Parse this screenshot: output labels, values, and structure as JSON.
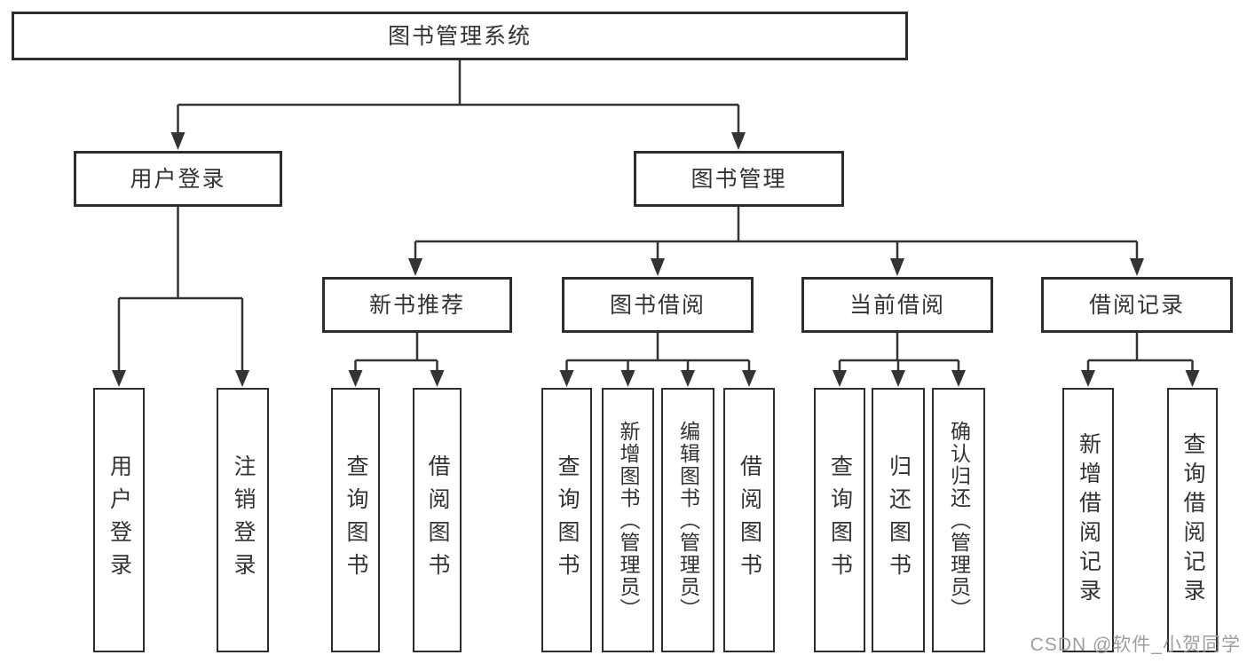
{
  "diagram": {
    "root": {
      "label": "图书管理系统"
    },
    "level2": {
      "user_login": {
        "label": "用户登录"
      },
      "book_management": {
        "label": "图书管理"
      }
    },
    "level3": {
      "new_book_recommend": {
        "label": "新书推荐"
      },
      "book_borrow": {
        "label": "图书借阅"
      },
      "current_borrow": {
        "label": "当前借阅"
      },
      "borrow_records": {
        "label": "借阅记录"
      }
    },
    "leaves": {
      "user_login": {
        "label": "用户登录"
      },
      "logout": {
        "label": "注销登录"
      },
      "recommend_query_books": {
        "label": "查询图书"
      },
      "recommend_borrow_books": {
        "label": "借阅图书"
      },
      "borrow_query_books": {
        "label": "查询图书"
      },
      "borrow_add_books": {
        "label": "新增图书（管理员）"
      },
      "borrow_edit_books": {
        "label": "编辑图书（管理员）"
      },
      "borrow_borrow_books": {
        "label": "借阅图书"
      },
      "current_query_books": {
        "label": "查询图书"
      },
      "current_return_books": {
        "label": "归还图书"
      },
      "current_confirm_return": {
        "label": "确认归还（管理员）"
      },
      "records_add_record": {
        "label": "新增借阅记录"
      },
      "records_query_record": {
        "label": "查询借阅记录"
      }
    }
  },
  "watermark": {
    "text": "CSDN @软件_小贺同学"
  },
  "colors": {
    "line": "#333333",
    "border": "#2d2d2d",
    "text": "#333333",
    "watermark": "#9e9e9e",
    "background": "#ffffff"
  }
}
